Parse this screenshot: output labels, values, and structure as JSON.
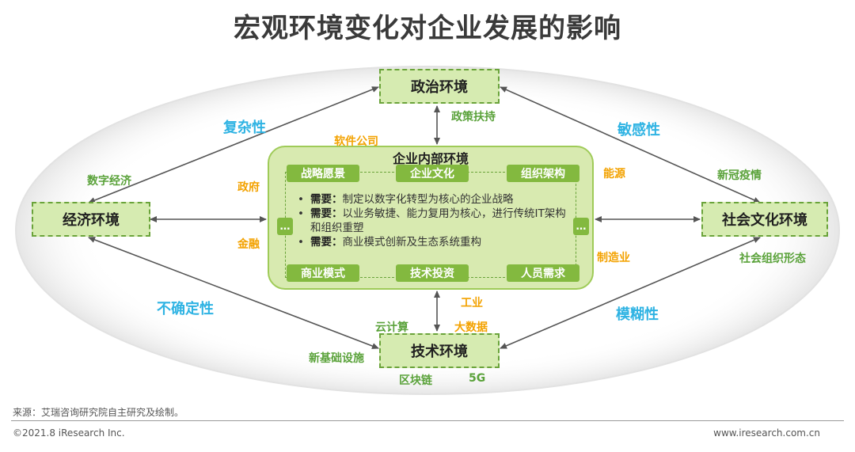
{
  "title": "宏观环境变化对企业发展的影响",
  "environments": {
    "political": "政治环境",
    "economic": "经济环境",
    "social": "社会文化环境",
    "technology": "技术环境"
  },
  "inner": {
    "title": "企业内部环境",
    "top_pills": [
      "战略愿景",
      "企业文化",
      "组织架构"
    ],
    "bottom_pills": [
      "商业模式",
      "技术投资",
      "人员需求"
    ],
    "dots": "…",
    "needs": [
      {
        "label": "需要：",
        "text": "制定以数字化转型为核心的企业战略"
      },
      {
        "label": "需要：",
        "text": "以业务敏捷、能力复用为核心，进行传统IT架构和组织重塑"
      },
      {
        "label": "需要：",
        "text": "商业模式创新及生态系统重构"
      }
    ]
  },
  "arrow_labels": {
    "complexity": "复杂性",
    "sensitivity": "敏感性",
    "uncertainty": "不确定性",
    "ambiguity": "模糊性"
  },
  "green_tags": {
    "digital_economy": "数字经济",
    "policy_support": "政策扶持",
    "covid": "新冠疫情",
    "social_org": "社会组织形态",
    "cloud_computing": "云计算",
    "new_infrastructure": "新基础设施",
    "blockchain": "区块链",
    "five_g": "5G"
  },
  "orange_tags": {
    "software_company": "软件公司",
    "government": "政府",
    "finance": "金融",
    "energy": "能源",
    "manufacturing": "制造业",
    "industry": "工业",
    "big_data": "大数据"
  },
  "colors": {
    "green_text": "#5aa23a",
    "cyan_text": "#2fb3e3",
    "orange_text": "#f3a200",
    "box_fill": "#d6ebb1",
    "pill_fill": "#83b93f"
  },
  "footer": {
    "source": "来源：艾瑞咨询研究院自主研究及绘制。",
    "copyright": "©2021.8 iResearch Inc.",
    "website": "www.iresearch.com.cn"
  }
}
